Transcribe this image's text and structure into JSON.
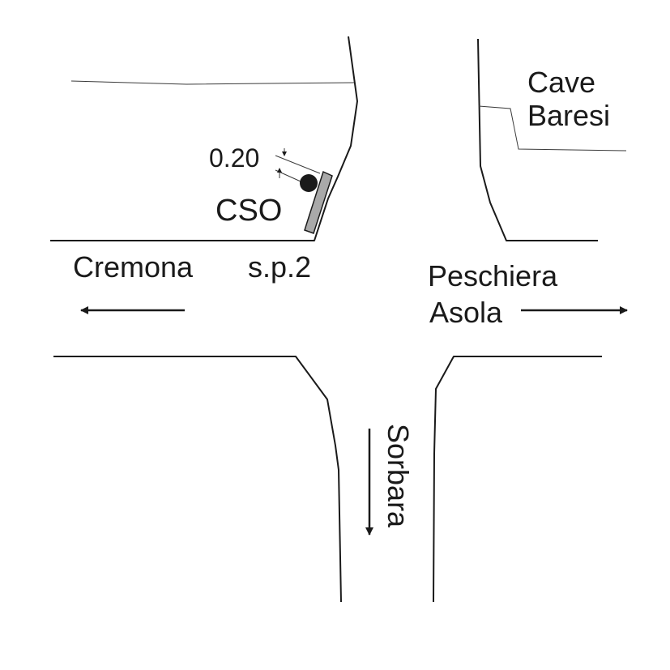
{
  "diagram": {
    "labels": {
      "cave": "Cave",
      "baresi": "Baresi",
      "dimension": "0.20",
      "cso": "CSO",
      "cremona": "Cremona",
      "road": "s.p.2",
      "peschiera": "Peschiera",
      "asola": "Asola",
      "sorbara": "Sorbara"
    },
    "colors": {
      "line": "#1a1a1a",
      "thin_line": "#3a3a3a",
      "sensor_plate": "#a9a9a9",
      "background": "#ffffff"
    }
  }
}
